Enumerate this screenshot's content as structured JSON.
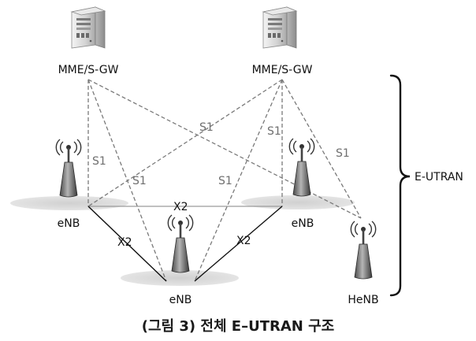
{
  "diagram": {
    "nodes": {
      "mme_left": {
        "label": "MME/S-GW",
        "icon": "server-icon"
      },
      "mme_right": {
        "label": "MME/S-GW",
        "icon": "server-icon"
      },
      "enb_left": {
        "label": "eNB",
        "icon": "antenna-tower-icon"
      },
      "enb_right": {
        "label": "eNB",
        "icon": "antenna-tower-icon"
      },
      "enb_bottom": {
        "label": "eNB",
        "icon": "antenna-tower-icon"
      },
      "henb": {
        "label": "HeNB",
        "icon": "antenna-tower-icon"
      }
    },
    "interfaces": {
      "s1": "S1",
      "x2": "X2"
    },
    "group_label": "E-UTRAN",
    "caption": "(그림 3) 전체 E–UTRAN 구조"
  },
  "colors": {
    "s1_line": "#7a7a7a",
    "x2_line": "#111111",
    "cell_ellipse": "#d9d9d9"
  }
}
